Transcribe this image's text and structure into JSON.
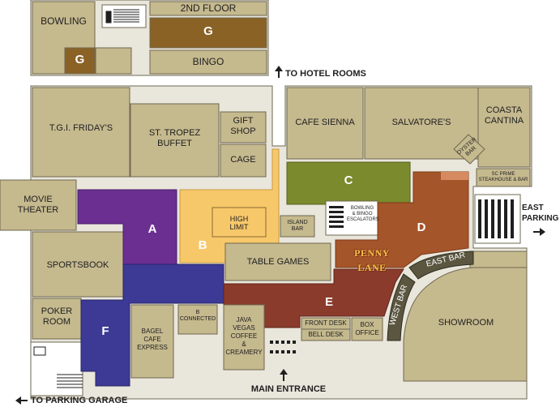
{
  "colors": {
    "room_fill": "#c5b98e",
    "room_stroke": "#6e6850",
    "corridor": "#e9e6dc",
    "zone_a": "#6a2f90",
    "zone_b": "#f7c86a",
    "zone_c": "#7a8a2d",
    "zone_d": "#a5552a",
    "zone_e": "#8a3b2c",
    "zone_f": "#3d3a95",
    "zone_g": "#8a6226",
    "connector": "#2a5f91",
    "floor2": "#e9e6dc"
  },
  "floor2": {
    "title": "2ND FLOOR",
    "bowling": "BOWLING",
    "g_main": "G",
    "g_small": "G",
    "bingo": "BINGO"
  },
  "directions": {
    "hotel_rooms": "TO HOTEL ROOMS",
    "east_parking": "EAST\nPARKING",
    "parking_garage": "TO PARKING GARAGE",
    "main_entrance": "MAIN ENTRANCE"
  },
  "rooms": {
    "tgi_fridays": "T.G.I. FRIDAY'S",
    "st_tropez": "ST. TROPEZ\nBUFFET",
    "gift_shop": "GIFT\nSHOP",
    "cage": "CAGE",
    "cafe_sienna": "CAFE SIENNA",
    "salvatores": "SALVATORE'S",
    "coasta_cantina": "COASTA\nCANTINA",
    "oyster_bar": "OYSTER\nBAR",
    "sc_prime": "SC PRIME\nSTEAKHOUSE & BAR",
    "movie_theater": "MOVIE\nTHEATER",
    "sportsbook": "SPORTSBOOK",
    "poker_room": "POKER\nROOM",
    "high_limit": "HIGH\nLIMIT",
    "island_bar": "ISLAND\nBAR",
    "escalators": "BOWLING\n& BINGO\nESCALATORS",
    "table_games": "TABLE GAMES",
    "penny_lane": "PENNY LANE",
    "east_bar": "EAST BAR",
    "west_bar": "WEST BAR",
    "showroom": "SHOWROOM",
    "front_desk": "FRONT DESK",
    "bell_desk": "BELL DESK",
    "box_office": "BOX\nOFFICE",
    "bagel_cafe": "BAGEL\nCAFE\nEXPRESS",
    "b_connected": "B\nCONNECTED",
    "java_vegas": "JAVA\nVEGAS\nCOFFEE\n&\nCREAMERY"
  },
  "zones": {
    "a": "A",
    "b": "B",
    "c": "C",
    "d": "D",
    "e": "E",
    "f": "F"
  },
  "icons": [
    "up-arrow-icon",
    "right-arrow-icon",
    "left-arrow-icon",
    "escalator-icon",
    "stairs-icon",
    "door-icon"
  ]
}
